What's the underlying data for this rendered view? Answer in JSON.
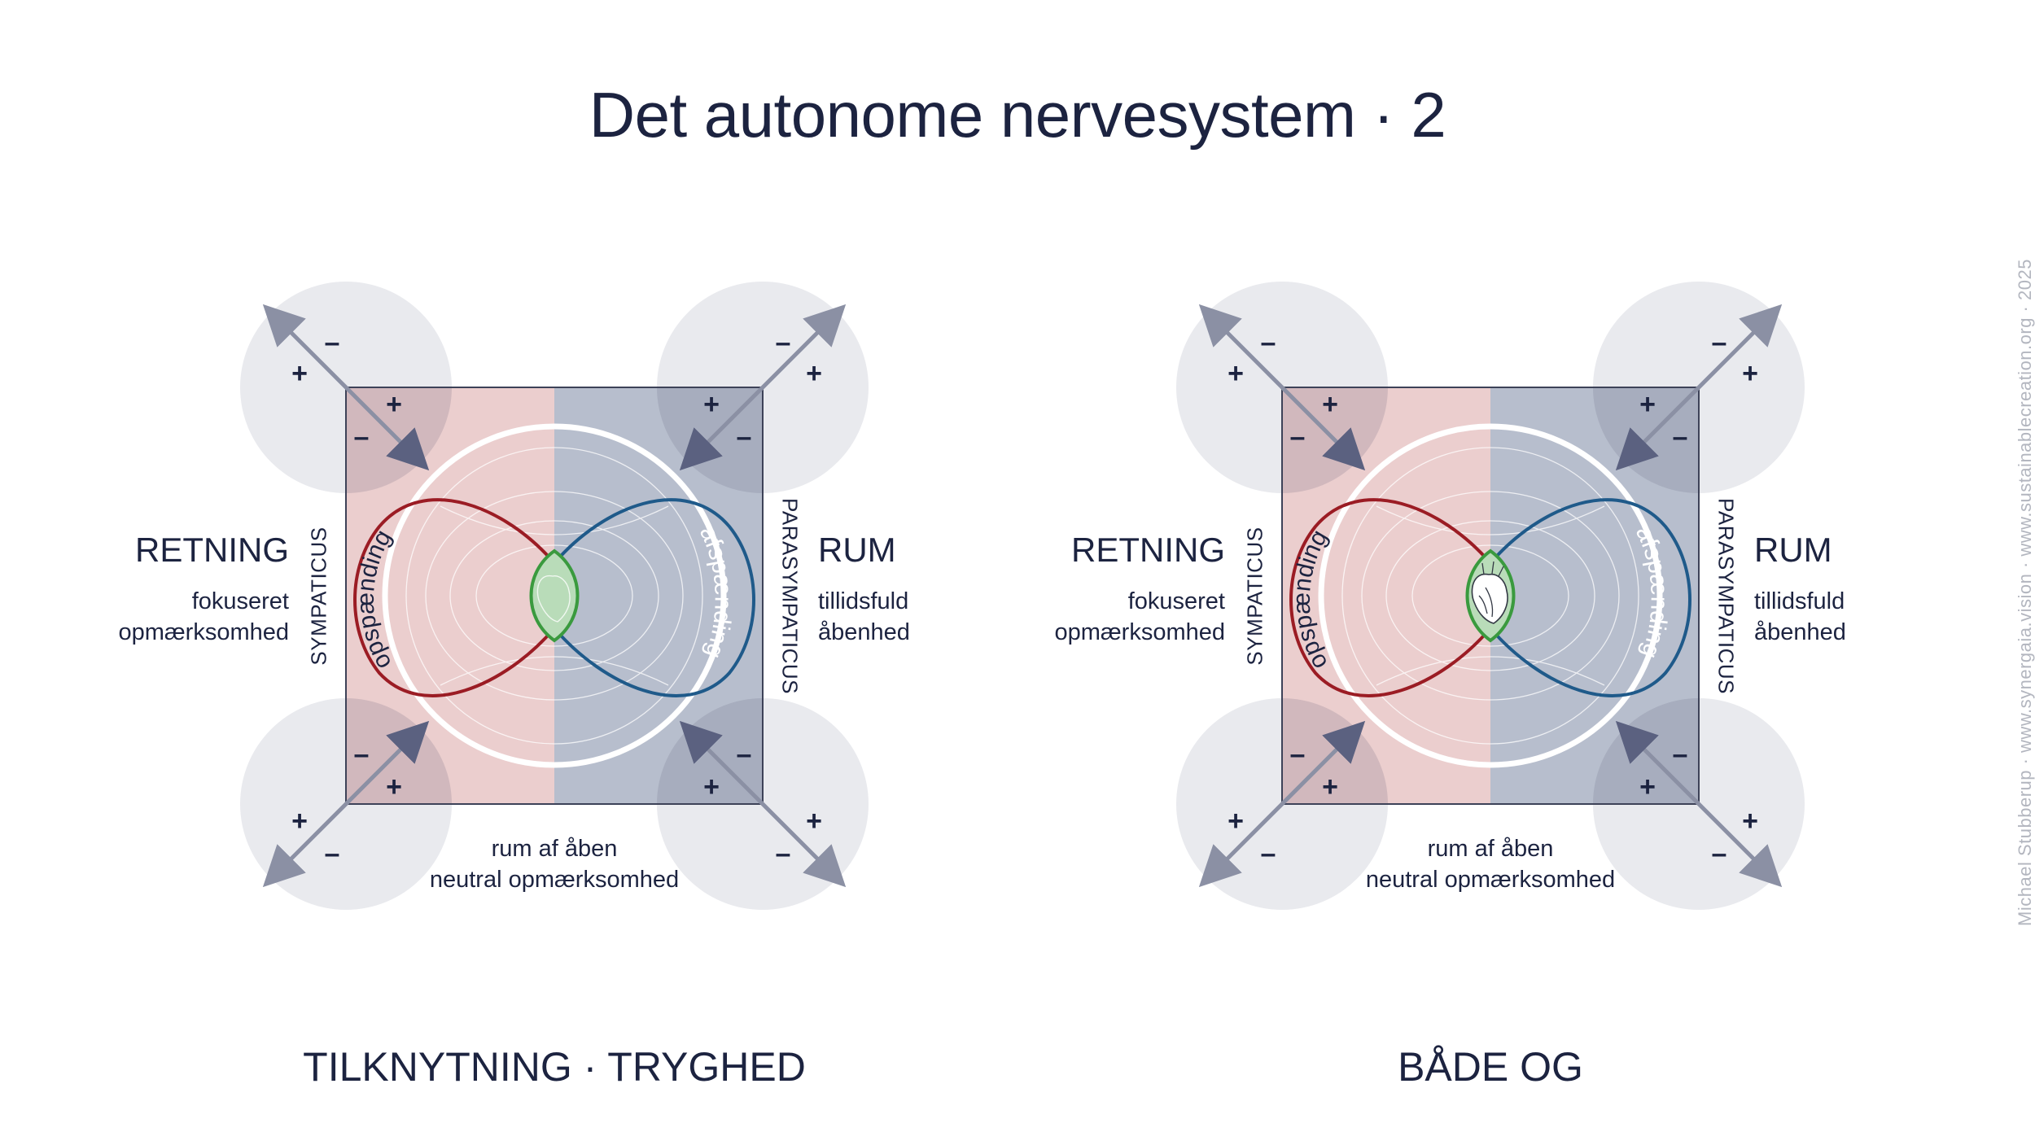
{
  "title": "Det autonome nervesystem · 2",
  "credit": "Michael Stubberup · www.synergaia.vision · www.sustainablecreation.org · 2025",
  "colors": {
    "sympathetic_fill": "#e6c3c3",
    "parasympathetic_fill": "#b1b9c9",
    "corner_circle": "#e9eaee",
    "arrow": "#8b90a4",
    "red_curve": "#9b1c24",
    "blue_curve": "#1f5a8a",
    "green_lens": "#3a9a3e",
    "text": "#1c2340"
  },
  "panels": [
    {
      "left_heading": "RETNING",
      "left_text": [
        "fokuseret",
        "opmærksomhed"
      ],
      "right_heading": "RUM",
      "right_text": [
        "tillidsfuld",
        "åbenhed"
      ],
      "left_side_label": "SYMPATICUS",
      "right_side_label": "PARASYMPATICUS",
      "bottom_text": [
        "rum af åben",
        "neutral opmærksomhed"
      ],
      "curve_left_label": "opspænding",
      "curve_right_label": "afspænding",
      "center_icon": "heart-outline-faint",
      "caption": "TILKNYTNING · TRYGHED"
    },
    {
      "left_heading": "RETNING",
      "left_text": [
        "fokuseret",
        "opmærksomhed"
      ],
      "right_heading": "RUM",
      "right_text": [
        "tillidsfuld",
        "åbenhed"
      ],
      "left_side_label": "SYMPATICUS",
      "right_side_label": "PARASYMPATICUS",
      "bottom_text": [
        "rum af åben",
        "neutral opmærksomhed"
      ],
      "curve_left_label": "opspænding",
      "curve_right_label": "afspænding",
      "center_icon": "anatomical-heart",
      "caption": "BÅDE OG"
    }
  ],
  "signs": {
    "plus": "+",
    "minus": "–"
  }
}
